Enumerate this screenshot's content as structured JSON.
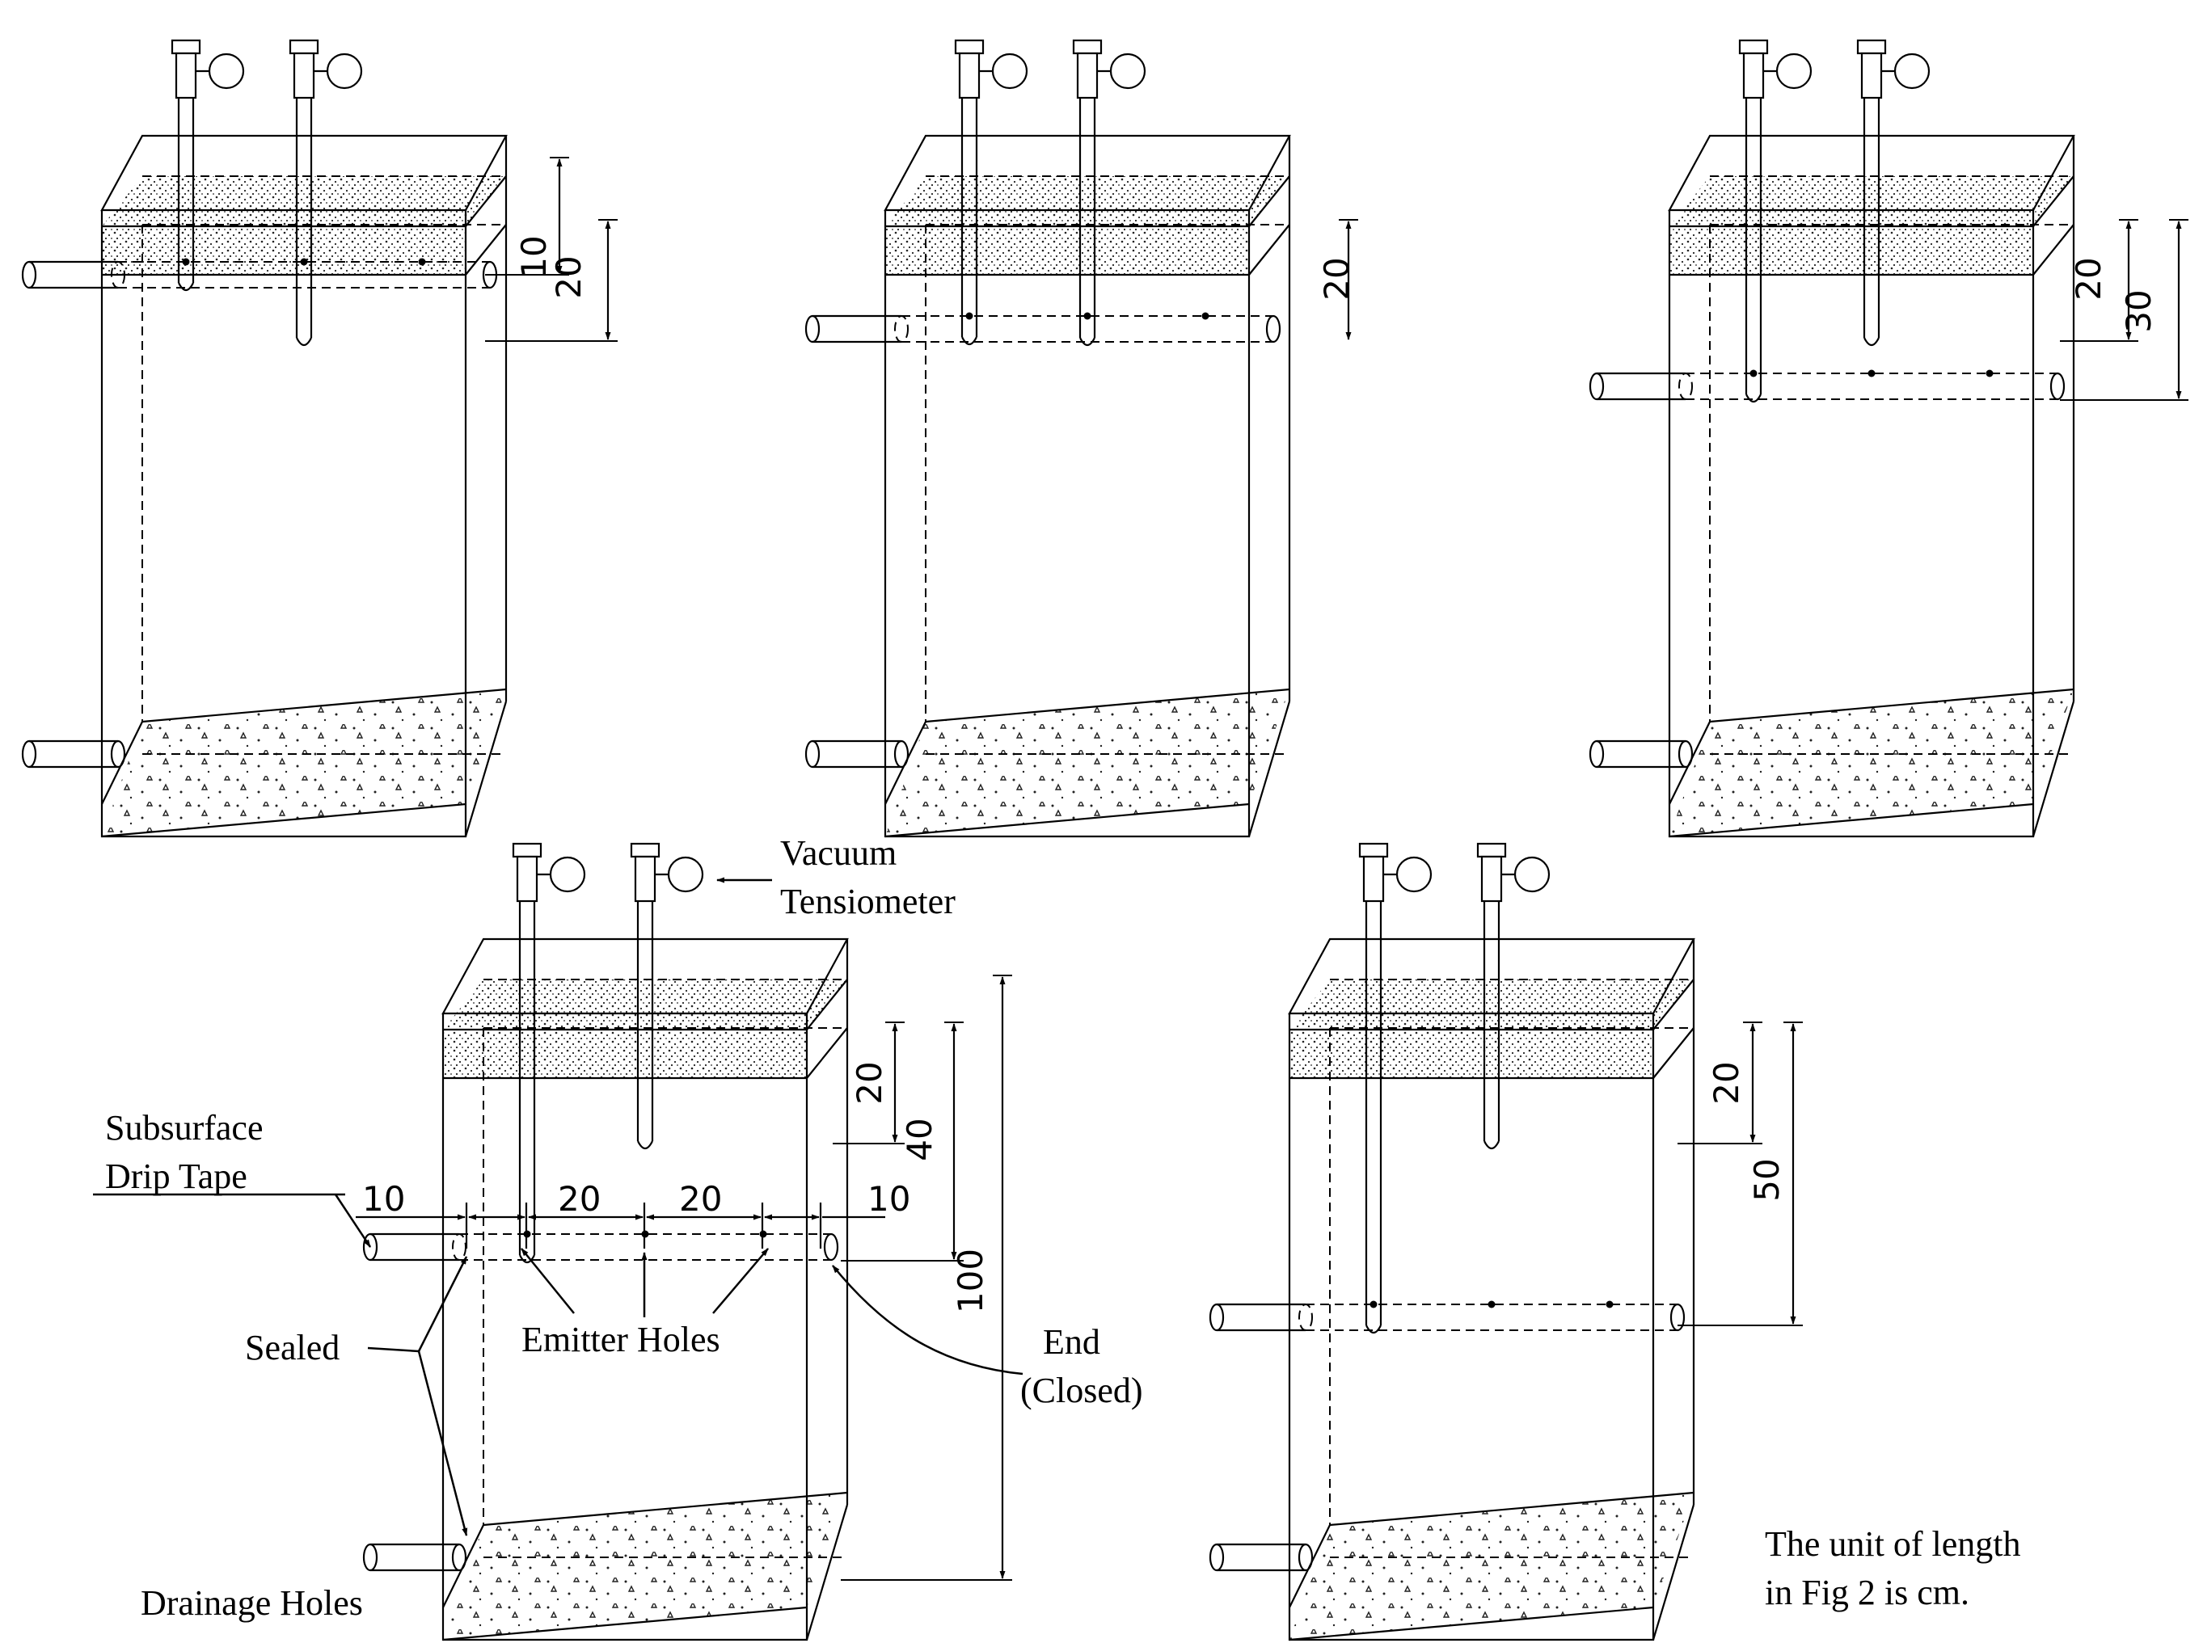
{
  "labels": {
    "vacuum": "Vacuum",
    "tensiometer": "Tensiometer",
    "subsurface": "Subsurface",
    "drip_tape": "Drip Tape",
    "sealed": "Sealed",
    "emitter_holes": "Emitter Holes",
    "end": "End",
    "closed": "(Closed)",
    "drainage_holes": "Drainage Holes",
    "note_line1": "The unit of  length",
    "note_line2": "in Fig 2 is cm."
  },
  "dimensions": {
    "d10": "10",
    "d20": "20",
    "d30": "30",
    "d40": "40",
    "d50": "50",
    "d100": "100"
  },
  "panels": [
    {
      "name": "panel-1",
      "tape_depth": 10,
      "dims": [
        "10",
        "20"
      ]
    },
    {
      "name": "panel-2",
      "tape_depth": 20,
      "dims": [
        "20"
      ]
    },
    {
      "name": "panel-3",
      "tape_depth": 30,
      "dims": [
        "20",
        "30"
      ]
    },
    {
      "name": "panel-4",
      "tape_depth": 40,
      "dims": [
        "20",
        "40",
        "100"
      ]
    },
    {
      "name": "panel-5",
      "tape_depth": 50,
      "dims": [
        "20",
        "50"
      ]
    }
  ]
}
